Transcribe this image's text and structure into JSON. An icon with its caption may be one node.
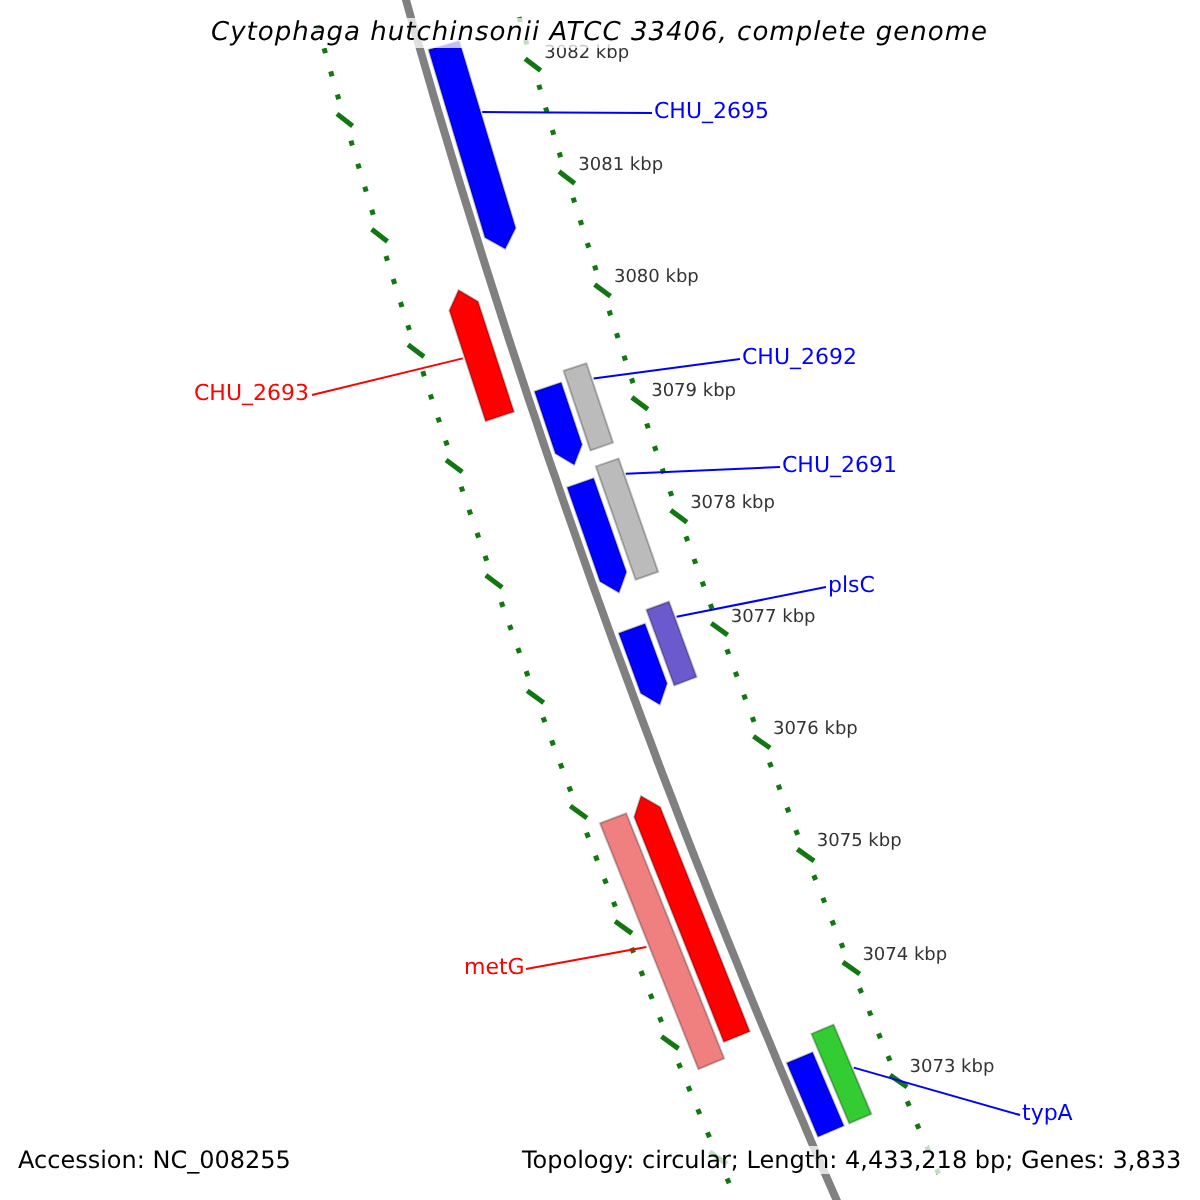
{
  "diagram": {
    "title": "Cytophaga hutchinsonii ATCC 33406, complete genome",
    "nodes": [
      {
        "text": [
          "CHU_2695"
        ]
      },
      {
        "text": [],
        "shape": "arrow"
      },
      {
        "text": [
          "CHU_2693"
        ]
      },
      {
        "text": [],
        "shape": "arrow"
      },
      {
        "text": [
          "CHU_2692"
        ]
      },
      {
        "text": [],
        "shape": "bar"
      },
      {
        "text": [
          "CHU_2691"
        ]
      },
      {
        "text": [],
        "shape": "bar"
      },
      {
        "text": [
          "plsC"
        ]
      },
      {
        "text": [],
        "shape": "bar"
      },
      {
        "text": [
          "metG"
        ]
      },
      {
        "text": [],
        "shape": "bar"
      },
      {
        "text": [
          "typA"
        ]
      },
      {
        "text": [],
        "shape": "bar"
      },
      {
        "text": [],
        "shape": "arrow"
      },
      {
        "text": [],
        "shape": "arrow"
      },
      {
        "text": [],
        "shape": "arrow"
      },
      {
        "text": [],
        "shape": "arrow"
      },
      {
        "text": [],
        "shape": "bar"
      }
    ],
    "edges": [
      {
        "from": 0,
        "to": 1,
        "arrow": "none"
      },
      {
        "from": 2,
        "to": 3,
        "arrow": "none",
        "color": "#ff0000"
      },
      {
        "from": 4,
        "to": 5,
        "arrow": "none"
      },
      {
        "from": 6,
        "to": 7,
        "arrow": "none"
      },
      {
        "from": 8,
        "to": 9,
        "arrow": "none"
      },
      {
        "from": 10,
        "to": 11,
        "arrow": "none",
        "color": "#ff0000"
      },
      {
        "from": 12,
        "to": 13,
        "arrow": "none"
      }
    ],
    "labels": [
      "3082 kbp",
      "3081 kbp",
      "3080 kbp",
      "3079 kbp",
      "3078 kbp",
      "3077 kbp",
      "3076 kbp",
      "3075 kbp",
      "3074 kbp",
      "3073 kbp",
      "Accession: NC_008255",
      "Topology: circular; Length: 4,433,218 bp; Genes: 3,833"
    ]
  }
}
